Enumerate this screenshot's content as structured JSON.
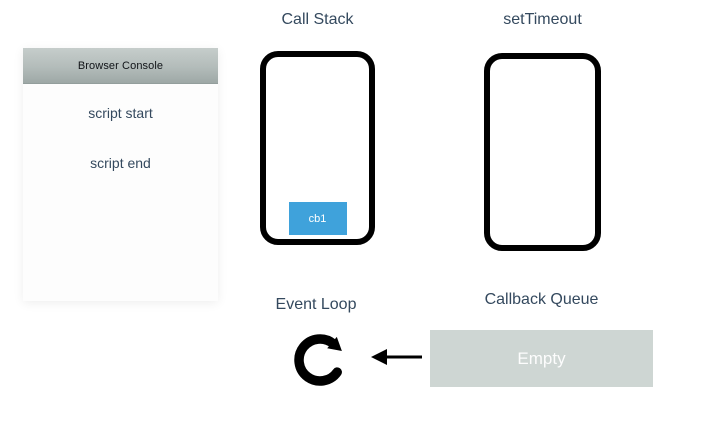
{
  "diagram": {
    "console": {
      "title": "Browser Console",
      "logs": [
        "script start",
        "script end"
      ]
    },
    "call_stack": {
      "title": "Call Stack",
      "frames": [
        "cb1"
      ]
    },
    "set_timeout": {
      "title": "setTimeout",
      "frames": []
    },
    "event_loop": {
      "title": "Event Loop",
      "icon": "clockwise-rotation-icon"
    },
    "callback_queue": {
      "title": "Callback Queue",
      "status": "Empty"
    },
    "queue_to_loop_arrow": {
      "icon": "left-arrow-icon",
      "direction": "left"
    }
  },
  "colors": {
    "heading_text": "#34495e",
    "console_log_text": "#34495e",
    "console_header_top": "#c6cdcb",
    "console_header_bottom": "#9ea8a6",
    "frame_border": "#000000",
    "stack_item_bg": "#3fa2db",
    "stack_item_text": "#ffffff",
    "queue_bg": "#ced6d3",
    "queue_text": "#ffffff",
    "arrow_color": "#000000"
  }
}
